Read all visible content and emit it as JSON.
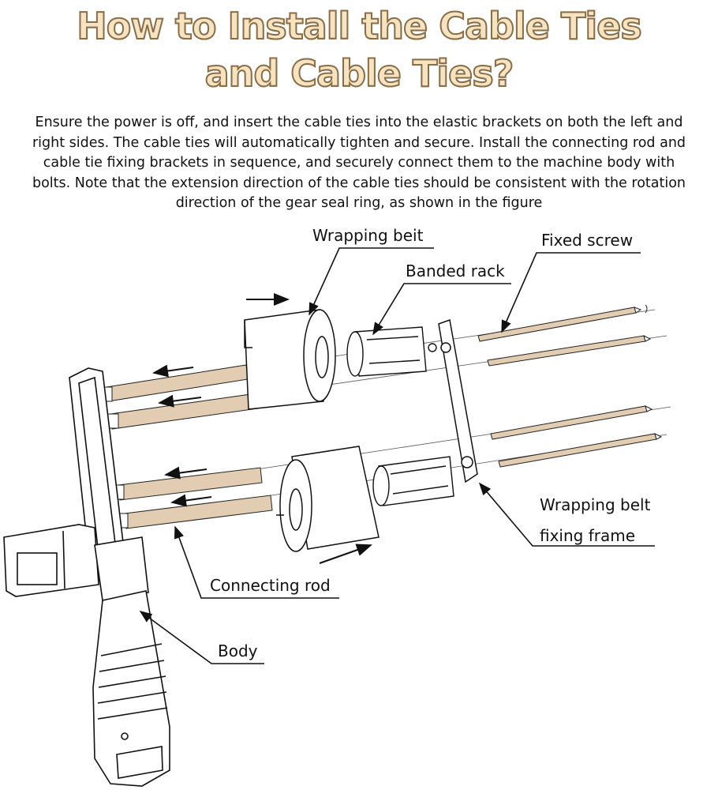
{
  "title": {
    "line1": "How to Install the Cable Ties",
    "line2": "and Cable Ties?"
  },
  "description": {
    "line1": "Ensure the power is off, and insert the cable ties into the elastic brackets on both the left and",
    "line2": "right sides. The cable ties will automatically tighten and secure. Install the connecting rod and",
    "line3": "cable tie fixing brackets in sequence, and securely connect them to the machine body with",
    "line4": "bolts. Note that the extension direction of the cable ties should be consistent with the rotation",
    "line5": "direction of the gear seal ring, as shown in the figure"
  },
  "labels": {
    "wrapping_belt": "Wrapping beit",
    "fixed_screw": "Fixed screw",
    "banded_rack": "Banded rack",
    "frame_line1": "Wrapping belt",
    "frame_line2": "fixing frame",
    "connecting_rod": "Connecting rod",
    "body": "Body"
  },
  "colors": {
    "title_fill": "#f6e3c1",
    "title_outline": "#8a6d45",
    "rod": "#e2ccb2",
    "line": "#111111"
  }
}
